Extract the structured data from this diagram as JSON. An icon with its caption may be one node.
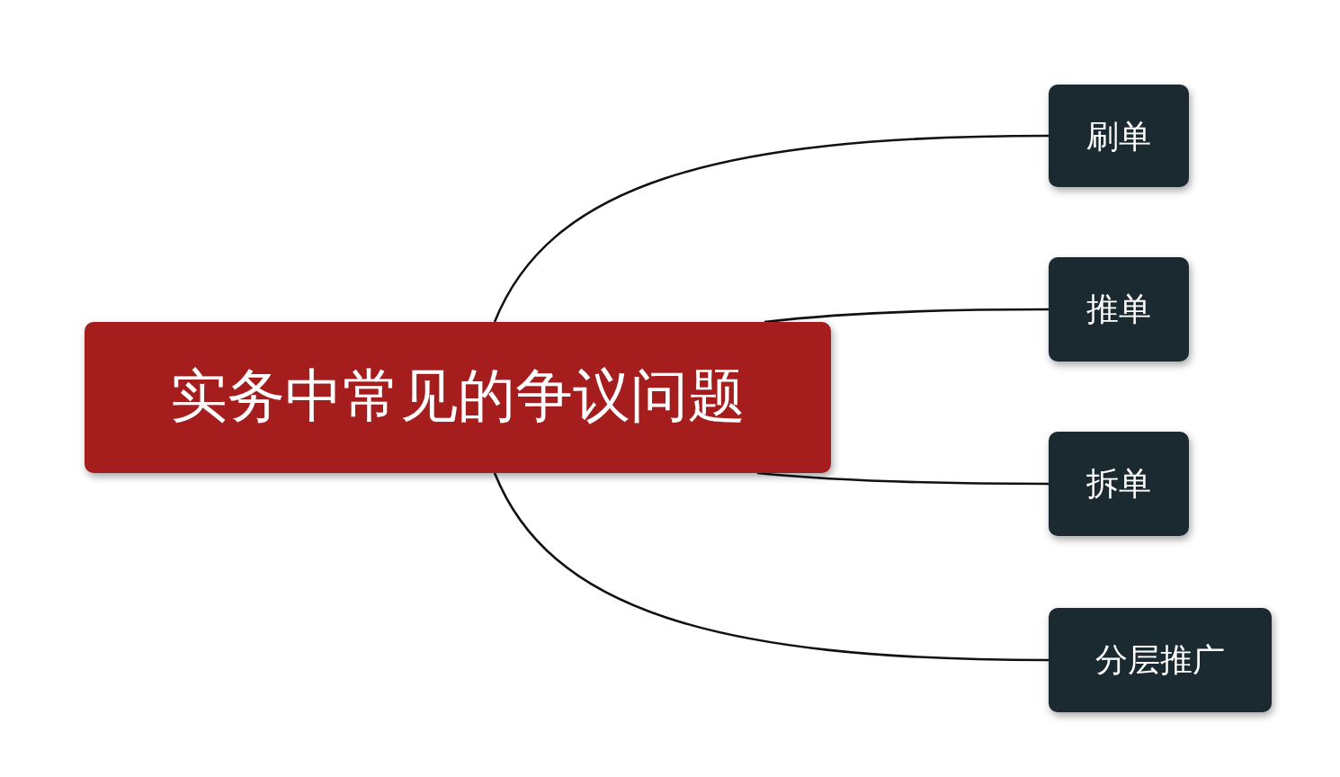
{
  "diagram": {
    "nodes": [
      {
        "text": [
          "实务中常见的争议问题"
        ]
      },
      {
        "text": [
          "刷单"
        ]
      },
      {
        "text": [
          "推单"
        ]
      },
      {
        "text": [
          "拆单"
        ]
      },
      {
        "text": [
          "分层推广"
        ]
      }
    ],
    "edges": [
      {
        "from": 0,
        "to": 1,
        "arrow": "none"
      },
      {
        "from": 0,
        "to": 2,
        "arrow": "none"
      },
      {
        "from": 0,
        "to": 3,
        "arrow": "none"
      },
      {
        "from": 0,
        "to": 4,
        "arrow": "none"
      }
    ]
  }
}
